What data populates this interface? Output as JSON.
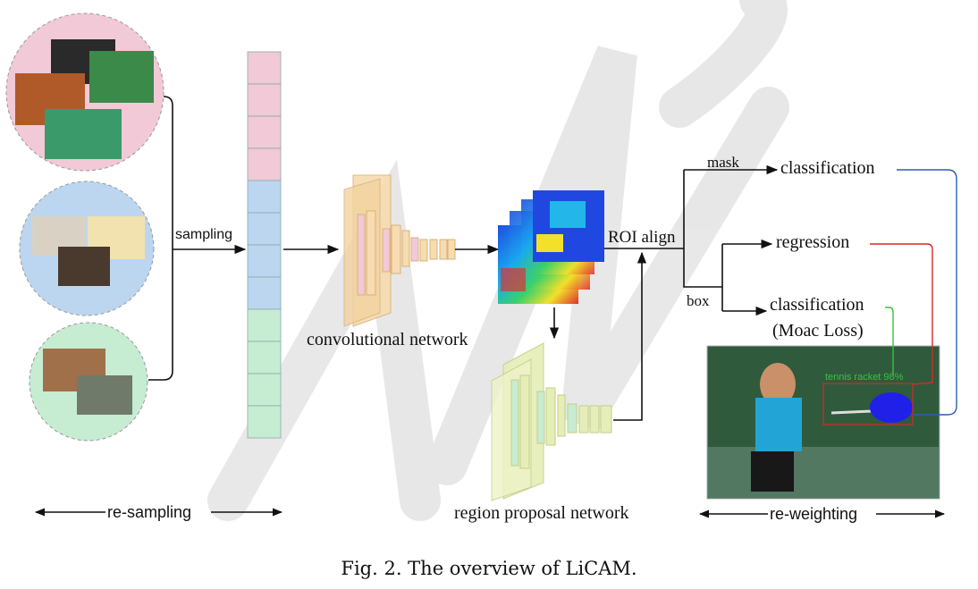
{
  "labels": {
    "sampling": "sampling",
    "conv_network": "convolutional network",
    "roi_align": "ROI align",
    "mask": "mask",
    "box": "box",
    "classification_mask": "classification",
    "regression": "regression",
    "classification_box": "classification",
    "moac_loss": "(Moac Loss)",
    "rpn": "region proposal network",
    "re_sampling": "re-sampling",
    "re_weighting": "re-weighting",
    "detection_label": "tennis racket 98%"
  },
  "caption": "Fig. 2. The overview of LiCAM.",
  "colors": {
    "pink": "#f2c9d6",
    "blue": "#bcd6f0",
    "green": "#c6ecd2",
    "conv": "#f6dcb0",
    "rpn": "#e6eeb8",
    "line_blue": "#2b5fb3",
    "line_red": "#d42a2a",
    "line_green": "#3cc23c"
  }
}
